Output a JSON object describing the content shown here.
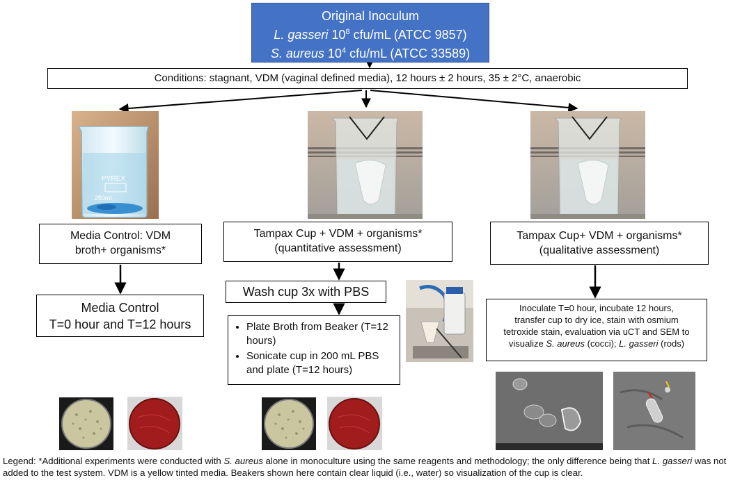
{
  "inoculum": {
    "title": "Original Inoculum",
    "lg_name": "L. gasseri",
    "lg_rest": " 10",
    "lg_exp": "8",
    "lg_tail": " cfu/mL (ATCC 9857)",
    "sa_name": "S. aureus",
    "sa_rest": " 10",
    "sa_exp": "4",
    "sa_tail": " cfu/mL (ATCC 33589)"
  },
  "conditions": "Conditions: stagnant,  VDM (vaginal defined media), 12 hours ± 2 hours, 35 ± 2°C, anaerobic",
  "media_control": {
    "line1": "Media Control:  VDM",
    "line2": "broth+ organisms*"
  },
  "quantitative": {
    "line1": "Tampax Cup + VDM + organisms*",
    "line2": "(quantitative assessment)"
  },
  "qualitative": {
    "line1": "Tampax Cup+ VDM + organisms*",
    "line2": "(qualitative assessment)"
  },
  "media_control_time": {
    "line1": "Media Control",
    "line2": "T=0 hour  and T=12 hours"
  },
  "wash": "Wash cup 3x with PBS",
  "plate_steps": [
    "Plate Broth from Beaker (T=12 hours)",
    "Sonicate cup in 200 mL PBS and plate (T=12 hours)"
  ],
  "qual_steps": {
    "l1": "Inoculate T=0 hour, incubate 12 hours,",
    "l2": "transfer cup to dry ice, stain with osmium",
    "l3": "tetroxide stain, evaluation via uCT and SEM to",
    "l4a": "visualize ",
    "l4b": "S. aureus",
    "l4c": " (cocci); ",
    "l4d": "L. gasseri",
    "l4e": " (rods)"
  },
  "beaker_label": "PYREX",
  "beaker_volume": "250ml",
  "legend": {
    "p1": "Legend: *Additional experiments were conducted with ",
    "p2": "S. aureus",
    "p3": " alone in monoculture using the same reagents and methodology; the only difference being that ",
    "p4": "L. gasseri",
    "p5": " was not added to the test system. VDM is a yellow tinted media. Beakers shown here contain clear liquid (i.e., water) so visualization of the cup is clear."
  },
  "colors": {
    "inoculum_bg": "#4472c4",
    "blood_agar": "#a11d1d",
    "plain_agar": "#c9c6a0"
  }
}
